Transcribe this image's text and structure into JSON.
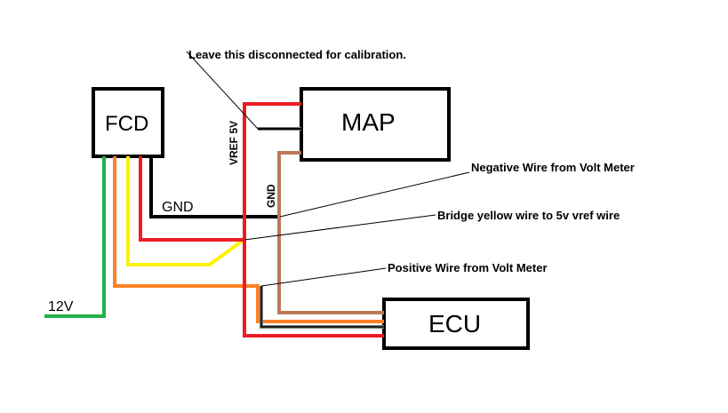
{
  "diagram": {
    "boxes": {
      "fcd": "FCD",
      "map": "MAP",
      "ecu": "ECU"
    },
    "labels": {
      "gnd_fcd": "GND",
      "gnd_vertical": "GND",
      "vref": "VREF 5V",
      "twelve_v": "12V"
    },
    "annotations": {
      "leave_disconnected": "Leave this disconnected for calibration.",
      "negative_wire": "Negative Wire from Volt Meter",
      "bridge_yellow": "Bridge yellow wire to 5v vref wire",
      "positive_wire": "Positive Wire from Volt Meter"
    },
    "colors": {
      "red": "#ed1c24",
      "black": "#000000",
      "brown": "#b97a57",
      "orange": "#ff7f27",
      "yellow": "#fff200",
      "green": "#22b14c",
      "gray": "#7f7f7f"
    }
  }
}
